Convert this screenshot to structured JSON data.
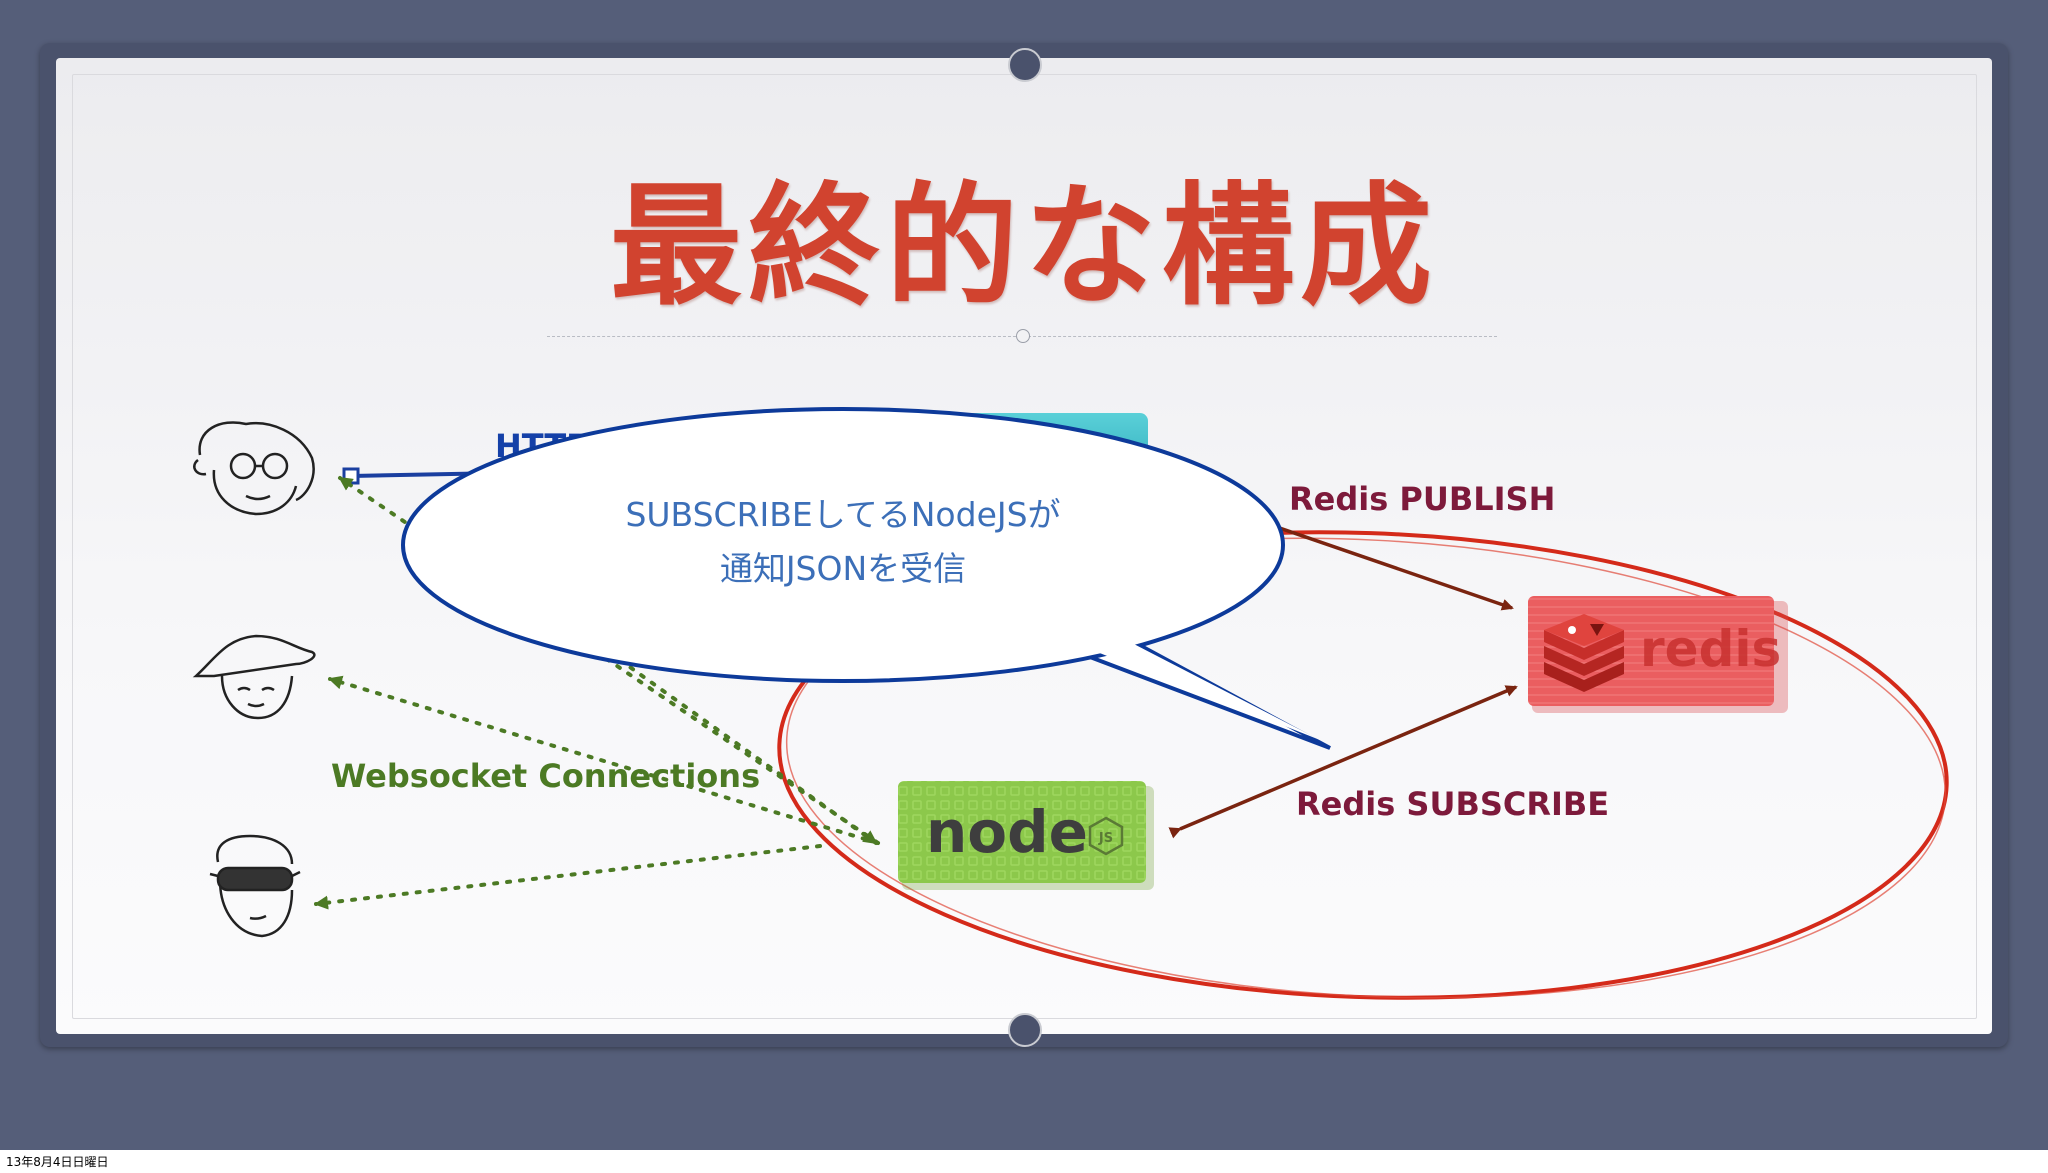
{
  "slide": {
    "title": "最終的な構成",
    "labels": {
      "http": "HTTP",
      "redis_publish": "Redis PUBLISH",
      "redis_subscribe": "Redis SUBSCRIBE",
      "websocket": "Websocket Connections"
    },
    "callout": {
      "line1": "SUBSCRIBEしてるNodeJSが",
      "line2": "通知JSONを受信"
    },
    "logos": {
      "redis": "redis",
      "node": "node",
      "node_badge": "JS"
    }
  },
  "footer": {
    "date": "13年8月4日日曜日"
  },
  "colors": {
    "title": "#d1432f",
    "background": "#555e79",
    "redis_box": "#e8575a",
    "node_box": "#8cc84b",
    "publish_arrow": "#7a2410",
    "websocket_arrow": "#4c7a24",
    "http_line": "#1a3fa0",
    "callout_border": "#0d3a9a",
    "ellipse": "#d42a1a"
  }
}
